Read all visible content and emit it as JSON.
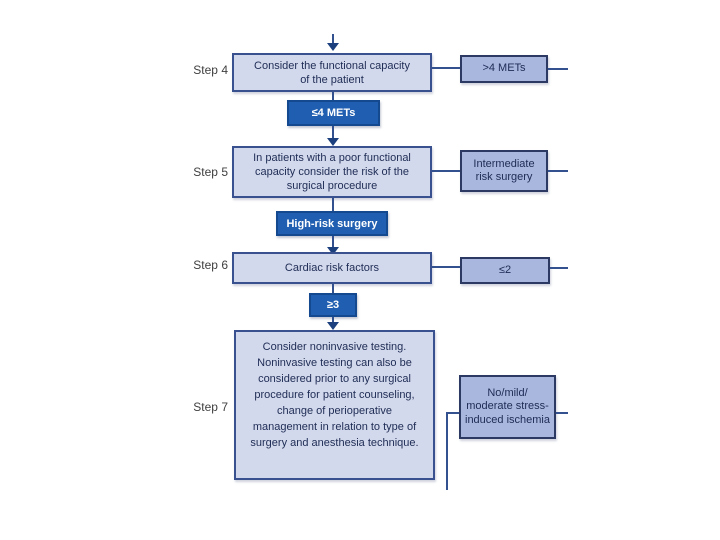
{
  "diagram": {
    "steps": [
      {
        "label": "Step 4",
        "main": "Consider the functional capacity of the patient",
        "outcome": ">4 METs",
        "gate": "≤4 METs"
      },
      {
        "label": "Step 5",
        "main": "In patients with a poor functional capacity consider the risk of the surgical procedure",
        "outcome": "Intermediate risk surgery",
        "gate": "High-risk surgery"
      },
      {
        "label": "Step 6",
        "main": "Cardiac risk factors",
        "outcome": "≤2",
        "gate": "≥3"
      },
      {
        "label": "Step 7",
        "main": "Consider noninvasive testing. Noninvasive testing can also be considered prior to any surgical procedure for patient counseling, change of perioperative management in relation to type of surgery and anesthesia technique.",
        "outcome": "No/mild/ moderate stress-induced ischemia"
      }
    ],
    "colors": {
      "main_box_fill": "#d3d9ec",
      "main_box_border": "#3a5190",
      "outcome_box_fill": "#a9b6de",
      "outcome_box_border": "#2c3a63",
      "gate_box_fill": "#1f5eb0",
      "gate_box_border": "#15498f",
      "connector_line": "#33518e",
      "box_text": "#1e2c55",
      "gate_text": "#ffffff",
      "step_label_text": "#3f3f3f",
      "background": "#ffffff"
    }
  }
}
